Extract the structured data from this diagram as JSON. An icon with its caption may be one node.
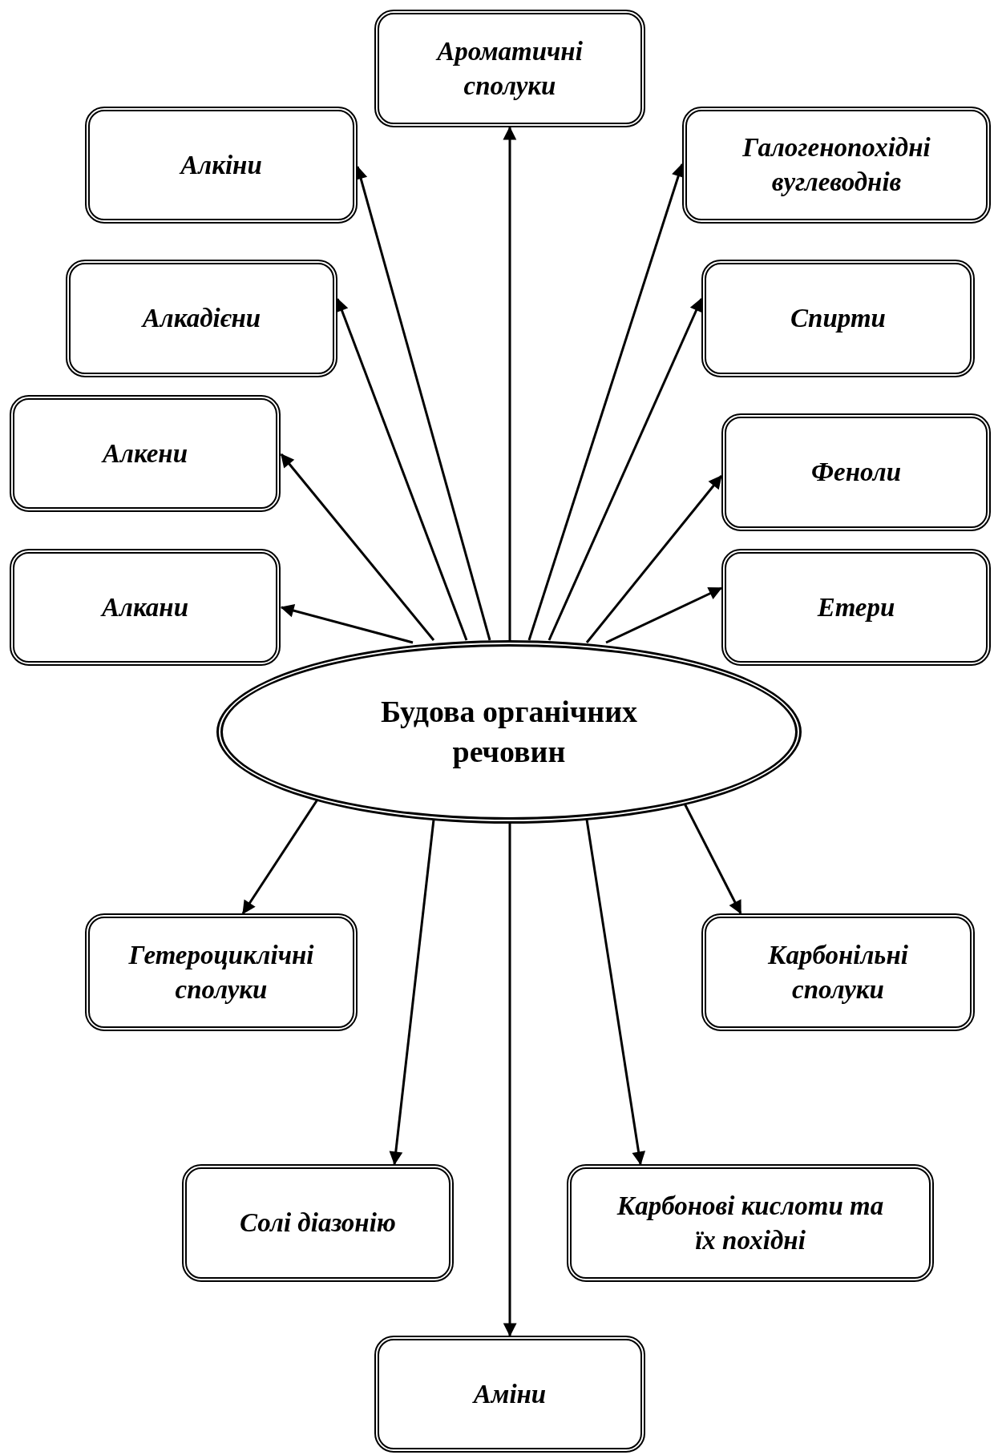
{
  "diagram": {
    "nodes": [
      {
        "text": [
          "Ароматичні сполуки"
        ]
      },
      {
        "text": [
          "Алкіни"
        ]
      },
      {
        "text": [
          "Галогенопохідні вуглеводнів"
        ]
      },
      {
        "text": [
          "Алкадієни"
        ]
      },
      {
        "text": [
          "Спирти"
        ]
      },
      {
        "text": [
          "Алкени"
        ]
      },
      {
        "text": [
          "Феноли"
        ]
      },
      {
        "text": [
          "Алкани"
        ]
      },
      {
        "text": [
          "Етери"
        ]
      },
      {
        "text": [
          "Будова органічних речовин"
        ]
      },
      {
        "text": [
          "Гетероциклічні сполуки"
        ]
      },
      {
        "text": [
          "Карбонільні сполуки"
        ]
      },
      {
        "text": [
          "Солі діазонію"
        ]
      },
      {
        "text": [
          "Карбонові кислоти та їх похідні"
        ]
      },
      {
        "text": [
          "Аміни"
        ]
      }
    ],
    "edges": [
      {
        "from": 9,
        "to": 7,
        "arrow": "to"
      },
      {
        "from": 9,
        "to": 5,
        "arrow": "to"
      },
      {
        "from": 9,
        "to": 3,
        "arrow": "to"
      },
      {
        "from": 9,
        "to": 1,
        "arrow": "to"
      },
      {
        "from": 9,
        "to": 0,
        "arrow": "to"
      },
      {
        "from": 9,
        "to": 2,
        "arrow": "to"
      },
      {
        "from": 9,
        "to": 4,
        "arrow": "to"
      },
      {
        "from": 9,
        "to": 6,
        "arrow": "to"
      },
      {
        "from": 9,
        "to": 8,
        "arrow": "to"
      },
      {
        "from": 9,
        "to": 10,
        "arrow": "to"
      },
      {
        "from": 9,
        "to": 12,
        "arrow": "to"
      },
      {
        "from": 9,
        "to": 14,
        "arrow": "to"
      },
      {
        "from": 9,
        "to": 13,
        "arrow": "to"
      },
      {
        "from": 9,
        "to": 11,
        "arrow": "to"
      }
    ]
  }
}
